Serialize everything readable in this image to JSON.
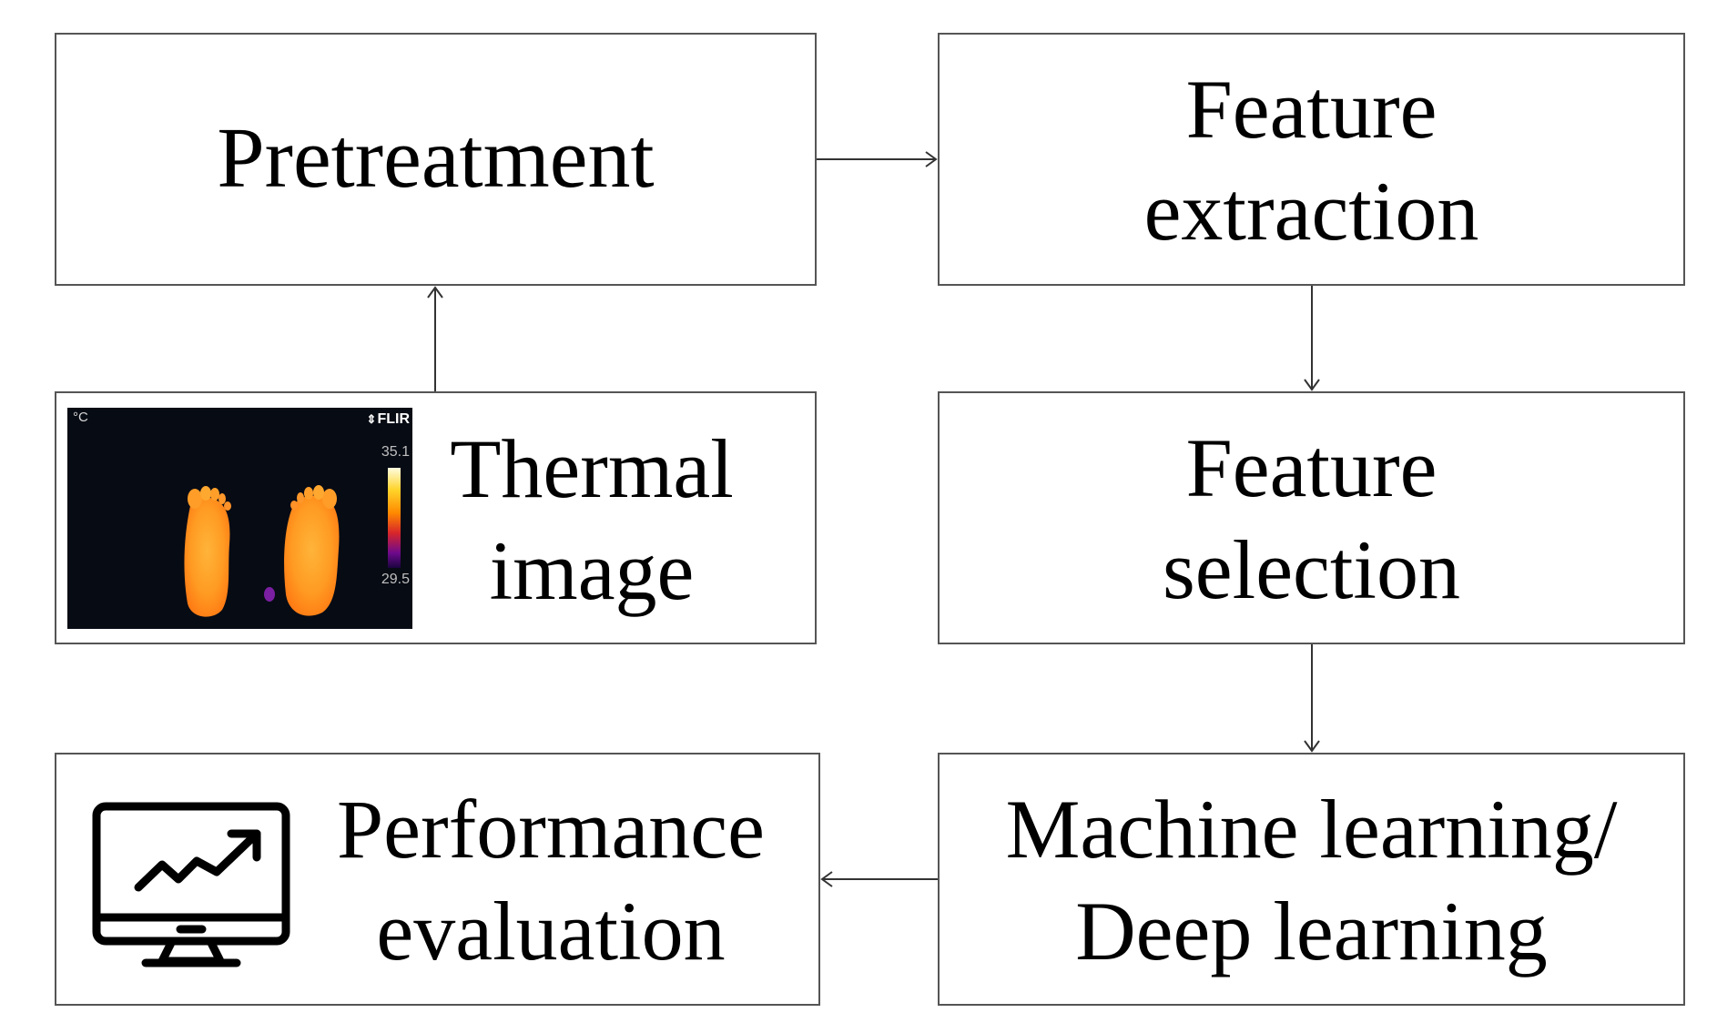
{
  "nodes": {
    "pretreatment": {
      "lines": [
        "Pretreatment"
      ]
    },
    "feature_extraction": {
      "lines": [
        "Feature",
        "extraction"
      ]
    },
    "thermal_image": {
      "lines": [
        "Thermal",
        "image"
      ]
    },
    "feature_selection": {
      "lines": [
        "Feature",
        "selection"
      ]
    },
    "performance_evaluation": {
      "lines": [
        "Performance",
        "evaluation"
      ]
    },
    "ml_dl": {
      "lines": [
        "Machine learning/",
        "Deep learning"
      ]
    }
  },
  "thermal_overlay": {
    "unit": "°C",
    "brand": "FLIR",
    "brand_mark": "⇕",
    "scale_max": "35.1",
    "scale_min": "29.5"
  },
  "edges": [
    {
      "from": "thermal_image",
      "to": "pretreatment"
    },
    {
      "from": "pretreatment",
      "to": "feature_extraction"
    },
    {
      "from": "feature_extraction",
      "to": "feature_selection"
    },
    {
      "from": "feature_selection",
      "to": "ml_dl"
    },
    {
      "from": "ml_dl",
      "to": "performance_evaluation"
    }
  ],
  "icons": {
    "monitor": "monitor-chart-icon",
    "camera_logo": "flir-logo-icon"
  },
  "colors": {
    "box_border": "#555555",
    "thermal_background": "#070b14",
    "foot_hot": "#ffb02a",
    "foot_warm": "#ff7a1a"
  }
}
